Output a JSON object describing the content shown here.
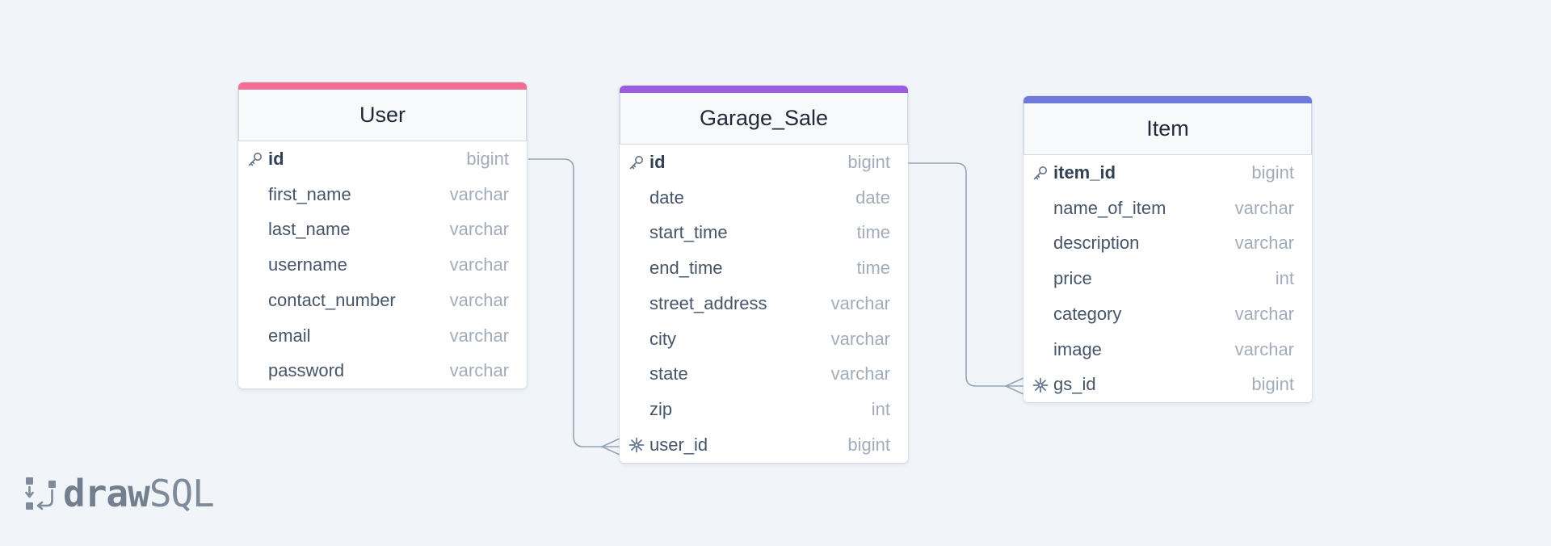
{
  "colors": {
    "background": "#f1f5f9",
    "user_accent": "#f06f95",
    "garage_sale_accent": "#9b5de0",
    "item_accent": "#6e7ad7",
    "connector": "#94a3b8"
  },
  "tables": [
    {
      "name": "User",
      "fields": [
        {
          "name": "id",
          "type": "bigint",
          "key": "primary"
        },
        {
          "name": "first_name",
          "type": "varchar"
        },
        {
          "name": "last_name",
          "type": "varchar"
        },
        {
          "name": "username",
          "type": "varchar"
        },
        {
          "name": "contact_number",
          "type": "varchar"
        },
        {
          "name": "email",
          "type": "varchar"
        },
        {
          "name": "password",
          "type": "varchar"
        }
      ]
    },
    {
      "name": "Garage_Sale",
      "fields": [
        {
          "name": "id",
          "type": "bigint",
          "key": "primary"
        },
        {
          "name": "date",
          "type": "date"
        },
        {
          "name": "start_time",
          "type": "time"
        },
        {
          "name": "end_time",
          "type": "time"
        },
        {
          "name": "street_address",
          "type": "varchar"
        },
        {
          "name": "city",
          "type": "varchar"
        },
        {
          "name": "state",
          "type": "varchar"
        },
        {
          "name": "zip",
          "type": "int"
        },
        {
          "name": "user_id",
          "type": "bigint",
          "key": "foreign"
        }
      ]
    },
    {
      "name": "Item",
      "fields": [
        {
          "name": "item_id",
          "type": "bigint",
          "key": "primary"
        },
        {
          "name": "name_of_item",
          "type": "varchar"
        },
        {
          "name": "description",
          "type": "varchar"
        },
        {
          "name": "price",
          "type": "int"
        },
        {
          "name": "category",
          "type": "varchar"
        },
        {
          "name": "image",
          "type": "varchar"
        },
        {
          "name": "gs_id",
          "type": "bigint",
          "key": "foreign"
        }
      ]
    }
  ],
  "relationships": [
    {
      "from": "User.id",
      "to": "Garage_Sale.user_id",
      "cardinality": "one-to-many"
    },
    {
      "from": "Garage_Sale.id",
      "to": "Item.gs_id",
      "cardinality": "one-to-many"
    }
  ],
  "logo": {
    "bold": "draw",
    "regular": "SQL"
  }
}
